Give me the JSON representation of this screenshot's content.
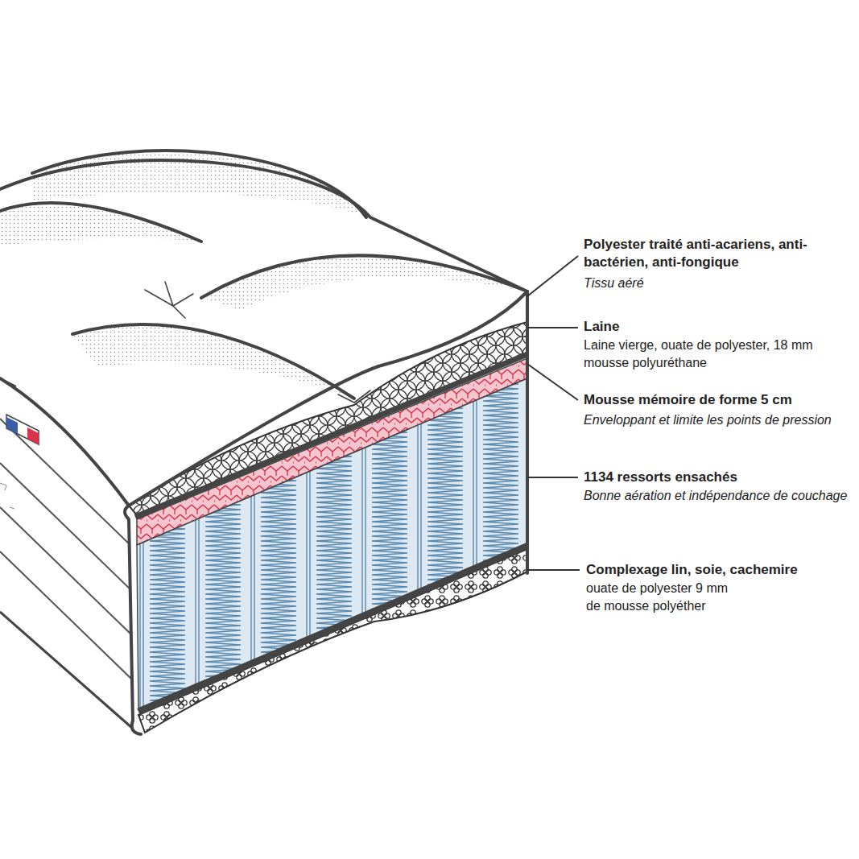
{
  "diagram": {
    "labels": [
      "Polyester traité anti-acariens, anti-bactérien, anti-fongique",
      "Tissu aéré",
      "Laine",
      "Laine vierge, ouate de polyester, 18 mm mousse polyuréthane",
      "Mousse mémoire de forme 5 cm",
      "Enveloppant et limite les points de pression",
      "1134 ressorts ensachés",
      "Bonne aération et indépendance de couchage",
      "Complexage lin, soie, cachemire",
      "ouate de polyester 9 mm de mousse polyéther"
    ]
  }
}
